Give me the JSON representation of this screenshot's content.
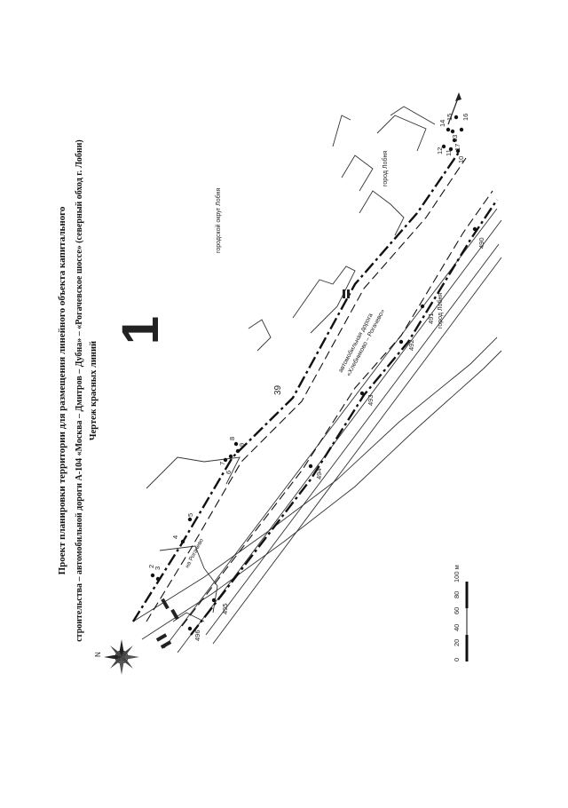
{
  "page_number": "39",
  "title": {
    "line1": "Проект планировки территории для размещения линейного объекта капитального",
    "line2": "строительства – автомобильной дороги А-104 «Москва – Дмитров – Дубна» – «Рогачевское шоссе» (северный обход г. Лобни)",
    "line3": "Чертеж красных линий"
  },
  "sheet_number": "1",
  "map_labels": {
    "district": "городской округ Лобня",
    "city_north": "город Лобня",
    "city_south": "город Лобня",
    "road_line1": "автомобильная дорога",
    "road_line2": "«Хлебниково – Рогачево»",
    "road_to": "на Рогачево",
    "compass_north": "N"
  },
  "points_north": [
    "2",
    "3",
    "4",
    "5",
    "6",
    "7",
    "8",
    "9",
    "10",
    "11",
    "12",
    "13",
    "14",
    "15",
    "16",
    "17"
  ],
  "points_south": [
    "490",
    "491",
    "492",
    "493",
    "494",
    "495",
    "496"
  ],
  "scale_bar": {
    "ticks": [
      "0",
      "20",
      "40",
      "60",
      "80",
      "100 м"
    ]
  },
  "colors": {
    "line": "#222222",
    "red_line": "#111111",
    "background": "#ffffff"
  }
}
